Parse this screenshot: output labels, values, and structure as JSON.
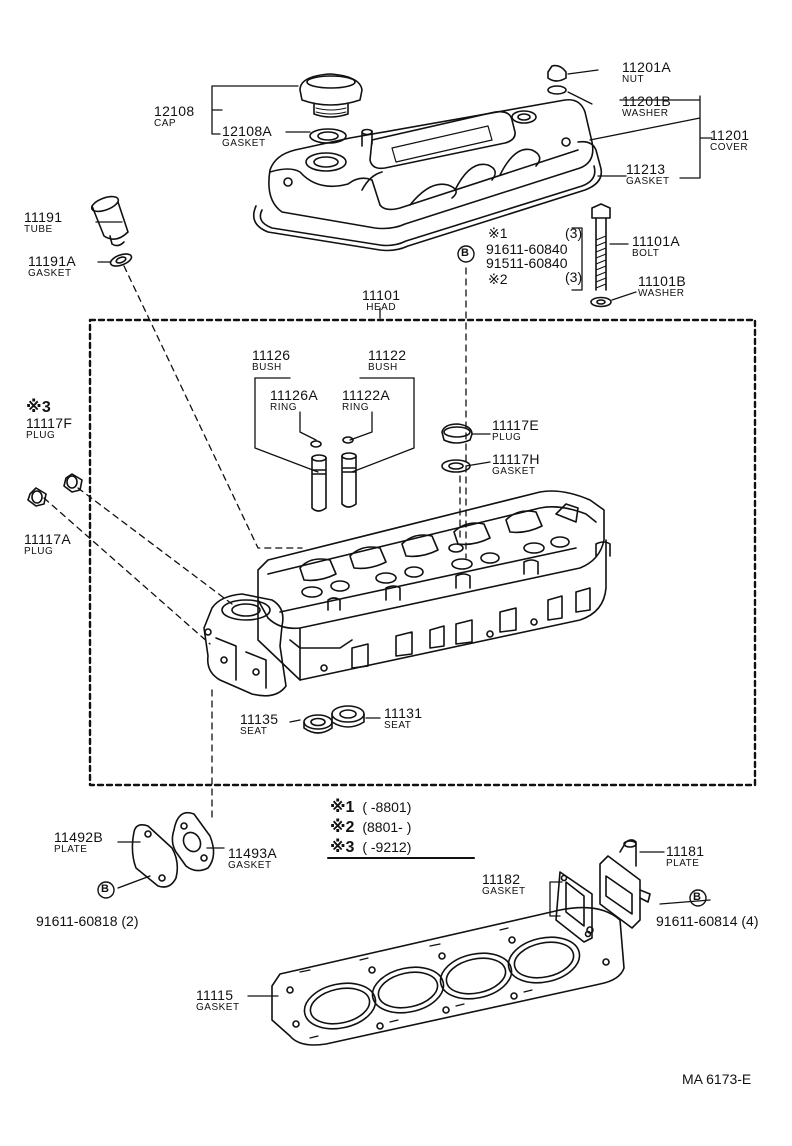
{
  "diagram_code": "MA 6173-E",
  "callouts": {
    "cap": {
      "part": "12108",
      "name": "CAP"
    },
    "cap_gasket": {
      "part": "12108A",
      "name": "GASKET"
    },
    "tube": {
      "part": "11191",
      "name": "TUBE"
    },
    "tube_gasket": {
      "part": "11191A",
      "name": "GASKET"
    },
    "nut": {
      "part": "11201A",
      "name": "NUT"
    },
    "washer_top": {
      "part": "11201B",
      "name": "WASHER"
    },
    "cover": {
      "part": "11201",
      "name": "COVER"
    },
    "cover_gasket": {
      "part": "11213",
      "name": "GASKET"
    },
    "bolt": {
      "part": "11101A",
      "name": "BOLT"
    },
    "bolt_washer": {
      "part": "11101B",
      "name": "WASHER"
    },
    "head": {
      "part": "11101",
      "name": "HEAD"
    },
    "bush_left": {
      "part": "11126",
      "name": "BUSH"
    },
    "bush_right": {
      "part": "11122",
      "name": "BUSH"
    },
    "ring_left": {
      "part": "11126A",
      "name": "RING"
    },
    "ring_right": {
      "part": "11122A",
      "name": "RING"
    },
    "plug_f": {
      "mark": "※3",
      "part": "11117F",
      "name": "PLUG"
    },
    "plug_a": {
      "part": "11117A",
      "name": "PLUG"
    },
    "plug_e": {
      "part": "11117E",
      "name": "PLUG"
    },
    "gasket_h": {
      "part": "11117H",
      "name": "GASKET"
    },
    "seat_left": {
      "part": "11135",
      "name": "SEAT"
    },
    "seat_right": {
      "part": "11131",
      "name": "SEAT"
    },
    "plate_left": {
      "part": "11492B",
      "name": "PLATE"
    },
    "gasket_left": {
      "part": "11493A",
      "name": "GASKET"
    },
    "plate_right": {
      "part": "11181",
      "name": "PLATE"
    },
    "gasket_right": {
      "part": "11182",
      "name": "GASKET"
    },
    "head_gasket": {
      "part": "11115",
      "name": "GASKET"
    }
  },
  "bolt_refs": {
    "b_marker": "B",
    "row1": {
      "mark": "※1",
      "qty": "(3)"
    },
    "row2": {
      "part": "91611-60840"
    },
    "row3": {
      "part": "91511-60840"
    },
    "row4": {
      "mark": "※2",
      "qty": "(3)"
    },
    "left_bolt": "91611-60818 (2)",
    "right_bolt": "91611-60814 (4)"
  },
  "notes": [
    {
      "mark": "※1",
      "range": "(      -8801)"
    },
    {
      "mark": "※2",
      "range": "(8801-        )"
    },
    {
      "mark": "※3",
      "range": "(      -9212)"
    }
  ]
}
